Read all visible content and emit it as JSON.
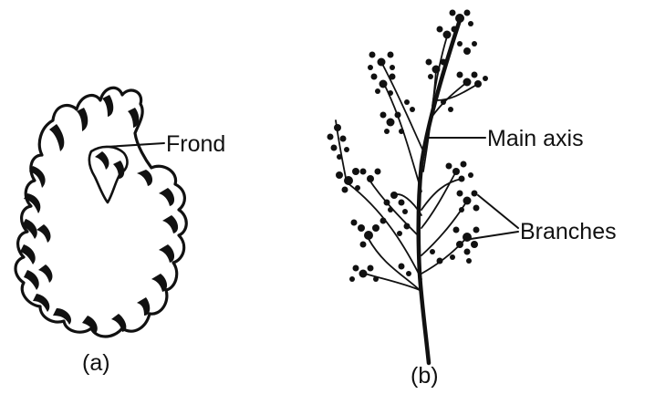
{
  "figure": {
    "panel_a": {
      "caption": "(a)",
      "labels": {
        "frond": "Frond"
      }
    },
    "panel_b": {
      "caption": "(b)",
      "labels": {
        "main_axis": "Main axis",
        "branches": "Branches"
      }
    }
  }
}
